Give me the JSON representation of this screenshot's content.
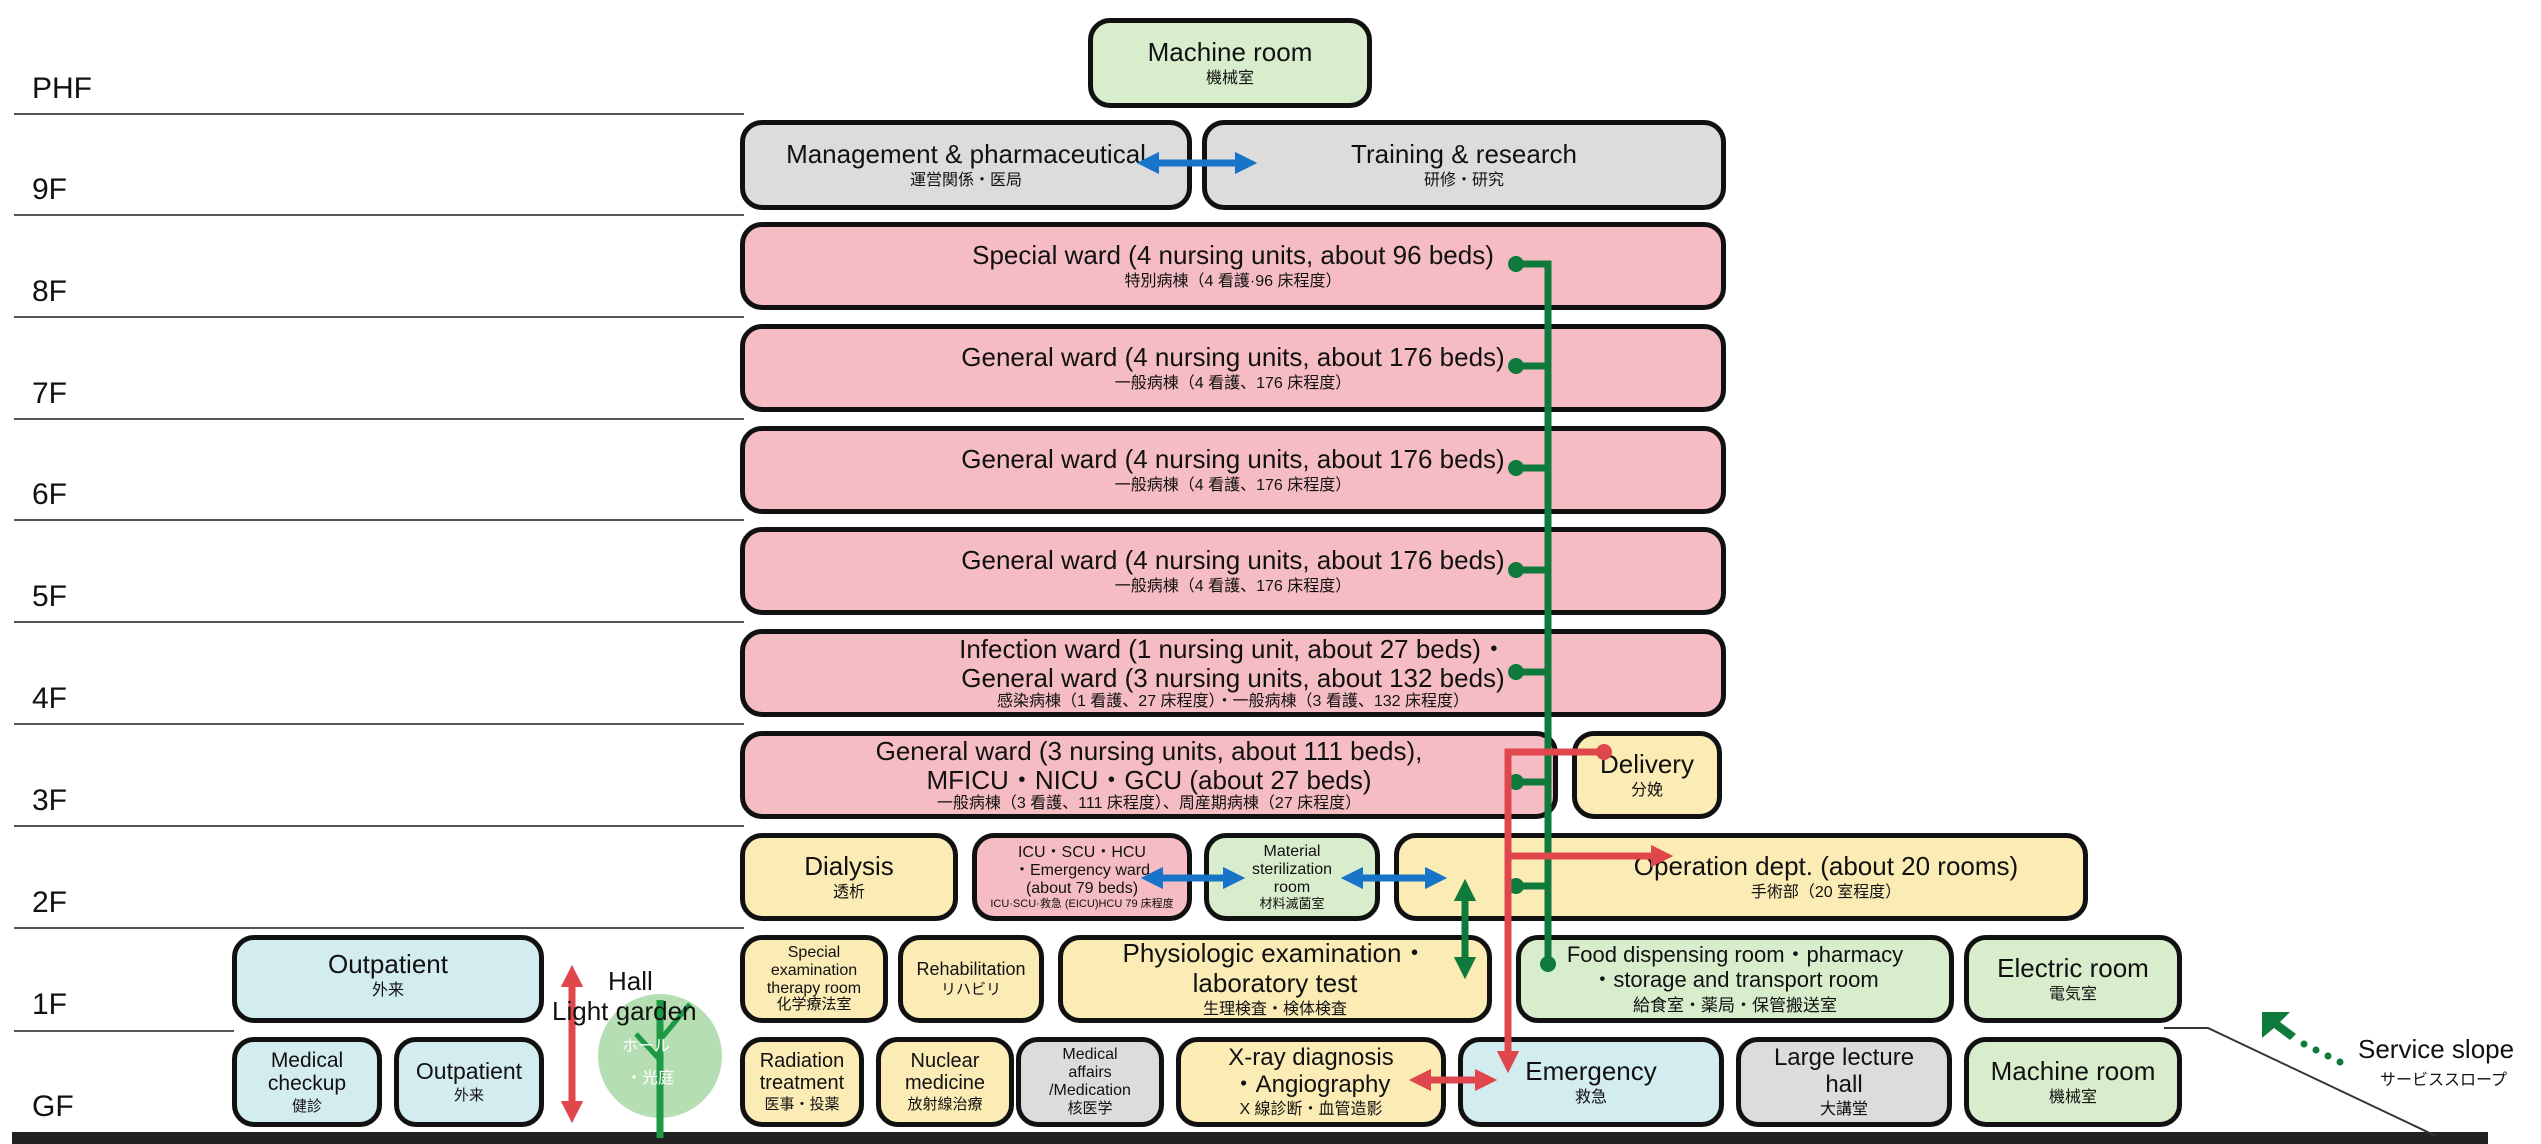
{
  "floors": [
    "PHF",
    "9F",
    "8F",
    "7F",
    "6F",
    "5F",
    "4F",
    "3F",
    "2F",
    "1F",
    "GF"
  ],
  "rooms": {
    "machine_room_phf": {
      "en": "Machine room",
      "ja": "機械室"
    },
    "management": {
      "en": "Management & pharmaceutical",
      "ja": "運営関係・医局"
    },
    "training": {
      "en": "Training & research",
      "ja": "研修・研究"
    },
    "special_ward": {
      "en": "Special ward (4 nursing units, about 96 beds)",
      "ja": "特別病棟（4 看護·96 床程度）"
    },
    "general_ward_7f": {
      "en": "General ward (4 nursing units, about 176 beds)",
      "ja": "一般病棟（4 看護、176 床程度）"
    },
    "general_ward_6f": {
      "en": "General ward (4 nursing units, about 176 beds)",
      "ja": "一般病棟（4 看護、176 床程度）"
    },
    "general_ward_5f": {
      "en": "General ward (4 nursing units, about 176 beds)",
      "ja": "一般病棟（4 看護、176 床程度）"
    },
    "ward_4f": {
      "en1": "Infection ward (1 nursing unit, about 27 beds)・",
      "en2": "General ward (3 nursing units, about 132 beds)",
      "ja": "感染病棟（1 看護、27 床程度）・一般病棟（3 看護、132 床程度）"
    },
    "ward_3f": {
      "en1": "General ward (3 nursing units, about 111 beds),",
      "en2": "MFICU・NICU・GCU (about 27 beds)",
      "ja": "一般病棟（3 看護、111 床程度）、周産期病棟（27 床程度）"
    },
    "delivery": {
      "en": "Delivery",
      "ja": "分娩"
    },
    "dialysis": {
      "en": "Dialysis",
      "ja": "透析"
    },
    "icu": {
      "en1": "ICU・SCU・HCU",
      "en2": "・Emergency ward",
      "en3": "(about 79 beds)",
      "ja": "ICU·SCU·救急 (EICU)HCU 79 床程度"
    },
    "material": {
      "en1": "Material",
      "en2": "sterilization",
      "en3": "room",
      "ja": "材料滅菌室"
    },
    "operation": {
      "en": "Operation dept. (about 20 rooms)",
      "ja": "手術部（20 室程度）"
    },
    "outpatient_1f": {
      "en": "Outpatient",
      "ja": "外来"
    },
    "special_exam": {
      "en1": "Special",
      "en2": "examination",
      "en3": "therapy room",
      "ja": "化学療法室"
    },
    "rehabilitation": {
      "en": "Rehabilitation",
      "ja": "リハビリ"
    },
    "physiologic": {
      "en1": "Physiologic examination・",
      "en2": "laboratory test",
      "ja": "生理検査・検体検査"
    },
    "food": {
      "en1": "Food dispensing room・pharmacy",
      "en2": "・storage and transport room",
      "ja": "給食室・薬局・保管搬送室"
    },
    "electric": {
      "en": "Electric room",
      "ja": "電気室"
    },
    "medical_checkup": {
      "en1": "Medical",
      "en2": "checkup",
      "ja": "健診"
    },
    "outpatient_gf": {
      "en": "Outpatient",
      "ja": "外来"
    },
    "radiation": {
      "en1": "Radiation",
      "en2": "treatment",
      "ja": "医事・投薬"
    },
    "nuclear": {
      "en1": "Nuclear",
      "en2": "medicine",
      "ja": "放射線治療"
    },
    "medical_affairs": {
      "en1": "Medical",
      "en2": "affairs",
      "en3": "/Medication",
      "ja": "核医学"
    },
    "xray": {
      "en1": "X-ray diagnosis",
      "en2": "・Angiography",
      "ja": "X 線診断・血管造影"
    },
    "emergency": {
      "en": "Emergency",
      "ja": "救急"
    },
    "lecture": {
      "en1": "Large lecture",
      "en2": "hall",
      "ja": "大講堂"
    },
    "machine_room_gf": {
      "en": "Machine room",
      "ja": "機械室"
    }
  },
  "annotations": {
    "hall": "Hall",
    "light_garden": "Light garden",
    "hall_ja": "ホール",
    "light_garden_ja": "・光庭",
    "service_slope": "Service slope",
    "service_slope_ja": "サービススロープ"
  },
  "colors": {
    "green_box": "#d8edcc",
    "gray_box": "#dcdcdc",
    "pink_box": "#f6bcc4",
    "yellow_box": "#fbebb5",
    "cyan_box": "#d3ecef",
    "green_line": "#0e7a3c",
    "blue_arrow": "#1874c8",
    "red_arrow": "#e0474c"
  },
  "icons": [
    "double-arrow-blue",
    "double-arrow-red",
    "double-arrow-green",
    "vertical-connector-green",
    "service-slope-arrow-icon",
    "tree-icon"
  ]
}
